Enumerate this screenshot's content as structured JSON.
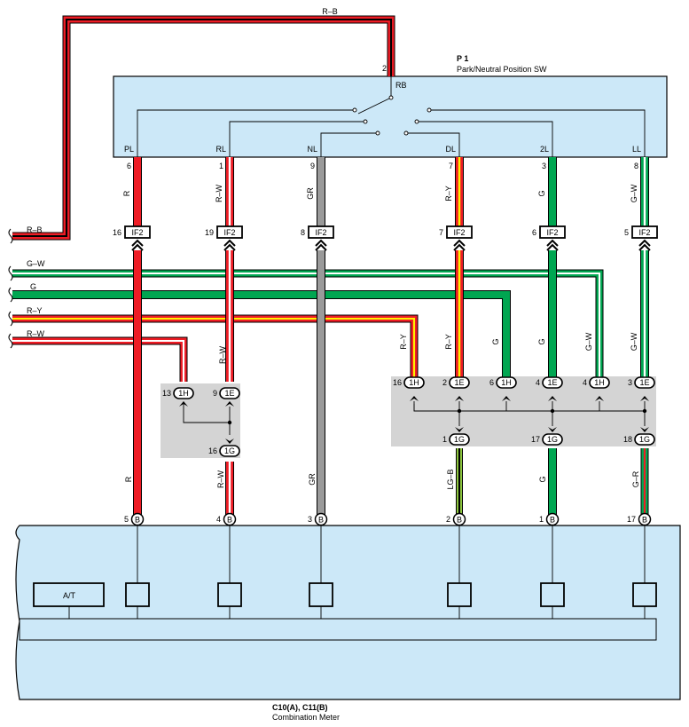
{
  "top_wire_label": "R–B",
  "switch": {
    "code": "P 1",
    "name": "Park/Neutral Position SW",
    "input_pin": "2",
    "input_label": "RB",
    "positions": [
      "PL",
      "RL",
      "NL",
      "DL",
      "2L",
      "LL"
    ],
    "pins": [
      "6",
      "1",
      "9",
      "7",
      "3",
      "8"
    ],
    "wire_colors": [
      "R",
      "R–W",
      "GR",
      "R–Y",
      "G",
      "G–W"
    ]
  },
  "if2": {
    "label": "IF2",
    "pins": [
      "16",
      "19",
      "8",
      "7",
      "6",
      "5"
    ]
  },
  "left_wires": [
    "R–B",
    "G–W",
    "G",
    "R–Y",
    "R–W"
  ],
  "junction_left": {
    "connectors": [
      {
        "pin": "13",
        "label": "1H"
      },
      {
        "pin": "9",
        "label": "1E"
      },
      {
        "pin": "16",
        "label": "1G"
      }
    ],
    "wire_label": "R–W"
  },
  "junction_right": {
    "connectors": [
      {
        "pin": "16",
        "label": "1H"
      },
      {
        "pin": "2",
        "label": "1E"
      },
      {
        "pin": "6",
        "label": "1H"
      },
      {
        "pin": "4",
        "label": "1E"
      },
      {
        "pin": "4",
        "label": "1H"
      },
      {
        "pin": "3",
        "label": "1E"
      },
      {
        "pin": "1",
        "label": "1G"
      },
      {
        "pin": "17",
        "label": "1G"
      },
      {
        "pin": "18",
        "label": "1G"
      }
    ],
    "wire_labels": [
      "R–Y",
      "R–Y",
      "G",
      "G",
      "G–W",
      "G–W"
    ]
  },
  "lower_wire_labels": [
    "R",
    "R–W",
    "GR",
    "LG–B",
    "G",
    "G–R"
  ],
  "meter": {
    "pins": [
      "5",
      "4",
      "3",
      "2",
      "1",
      "17"
    ],
    "connector": "B",
    "at_label": "A/T",
    "code": "C10(A), C11(B)",
    "name": "Combination Meter"
  },
  "colors": {
    "R": "#ee1c25",
    "G": "#00a651",
    "GR": "#9a9a9a",
    "Y": "#fff200",
    "W": "#ffffff",
    "LG": "#8dc63f",
    "B": "#000000",
    "box": "#cce8f8",
    "junction": "#d4d4d4"
  }
}
